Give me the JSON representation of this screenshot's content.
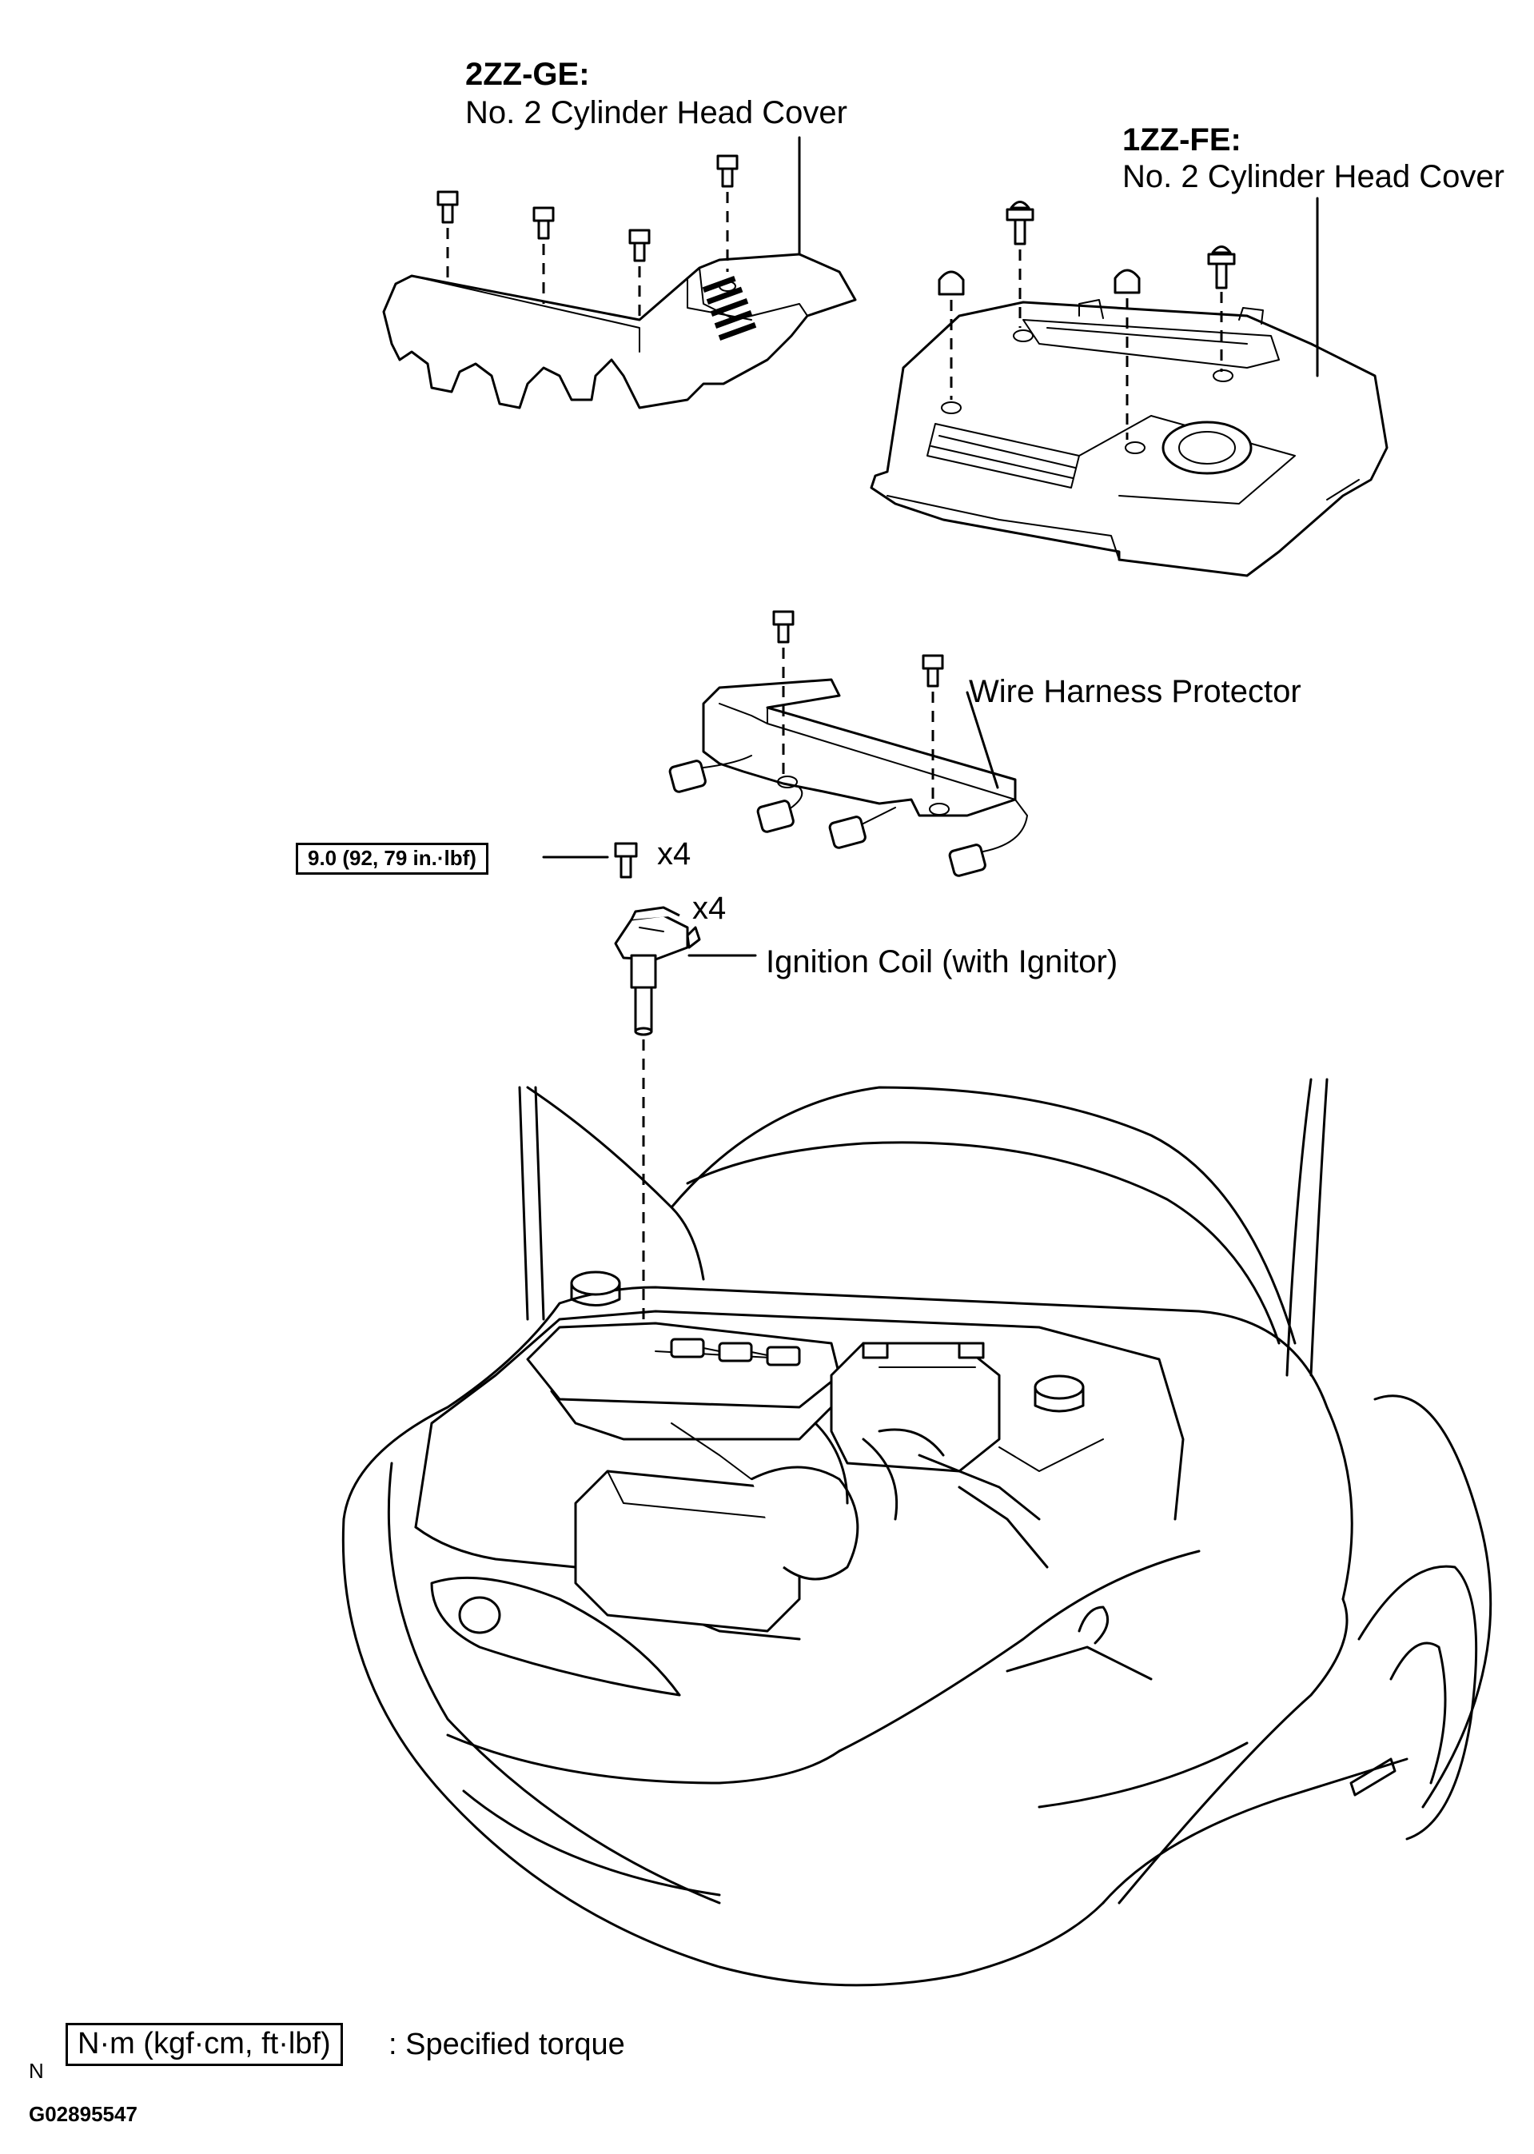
{
  "labels": {
    "gz_engine": "2ZZ-GE:",
    "gz_cover": "No. 2 Cylinder Head Cover",
    "fz_engine": "1ZZ-FE:",
    "fz_cover": "No. 2 Cylinder Head Cover",
    "harness": "Wire Harness Protector",
    "torque_spec": "9.0 (92, 79 in.·lbf)",
    "bolt_qty": "x4",
    "coil_qty": "x4",
    "coil": "Ignition Coil (with Ignitor)"
  },
  "legend": {
    "unit_box": "N·m (kgf·cm, ft·lbf)",
    "unit_desc": ": Specified torque",
    "corner_letter": "N",
    "figure_code": "G02895547"
  }
}
